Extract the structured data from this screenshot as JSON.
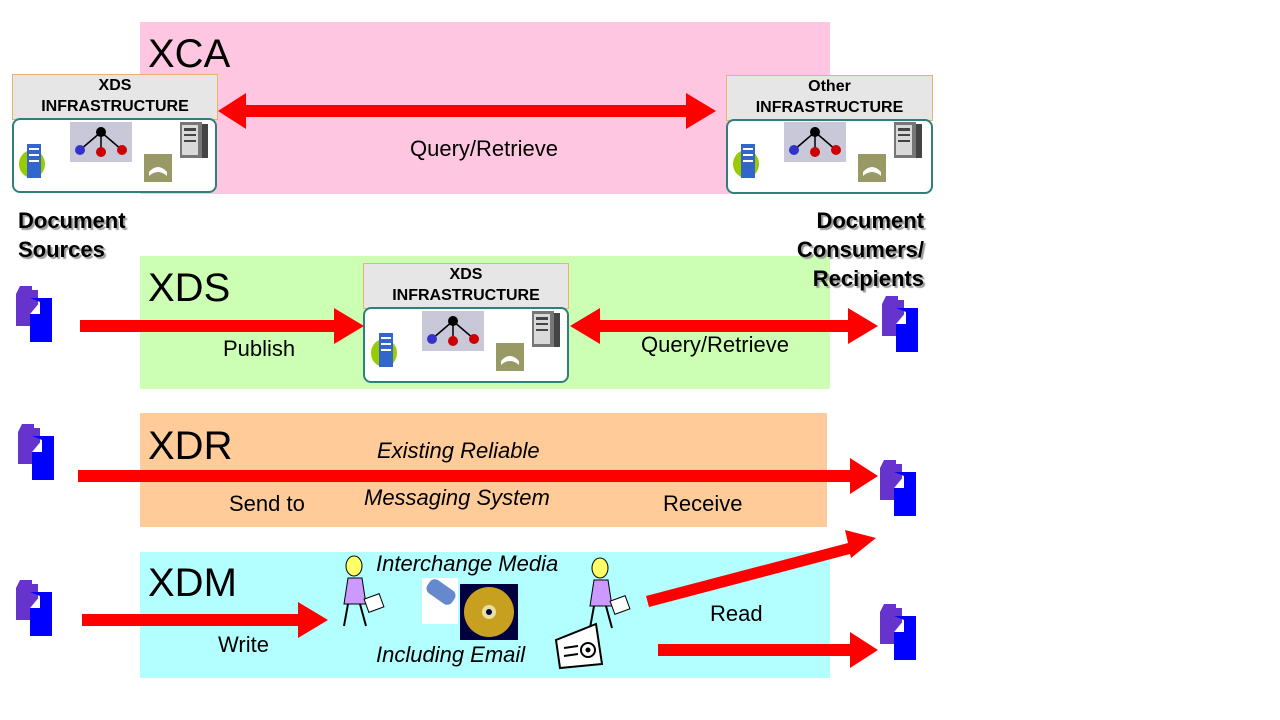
{
  "bands": {
    "xca": {
      "title": "XCA",
      "label": "Query/Retrieve",
      "color": "#ffc6e2"
    },
    "xds": {
      "title": "XDS",
      "publish": "Publish",
      "query": "Query/Retrieve",
      "color": "#ccffb3"
    },
    "xdr": {
      "title": "XDR",
      "line1": "Existing Reliable",
      "line2": "Messaging System",
      "send": "Send to",
      "receive": "Receive",
      "color": "#ffcc99"
    },
    "xdm": {
      "title": "XDM",
      "line1": "Interchange Media",
      "line2": "Including Email",
      "write": "Write",
      "read": "Read",
      "color": "#b3ffff"
    }
  },
  "infrastructure": {
    "xca_left": {
      "line1": "XDS",
      "line2": "INFRASTRUCTURE"
    },
    "xca_right": {
      "line1": "Other",
      "line2": "INFRASTRUCTURE"
    },
    "xds_center": {
      "line1": "XDS",
      "line2": "INFRASTRUCTURE"
    }
  },
  "sources": {
    "line1": "Document",
    "line2": "Sources"
  },
  "consumers": {
    "line1": "Document",
    "line2": "Consumers/",
    "line3": "Recipients"
  },
  "colors": {
    "arrow": "#ff0000",
    "doc_back": "#6633cc",
    "doc_front": "#0000ff"
  }
}
